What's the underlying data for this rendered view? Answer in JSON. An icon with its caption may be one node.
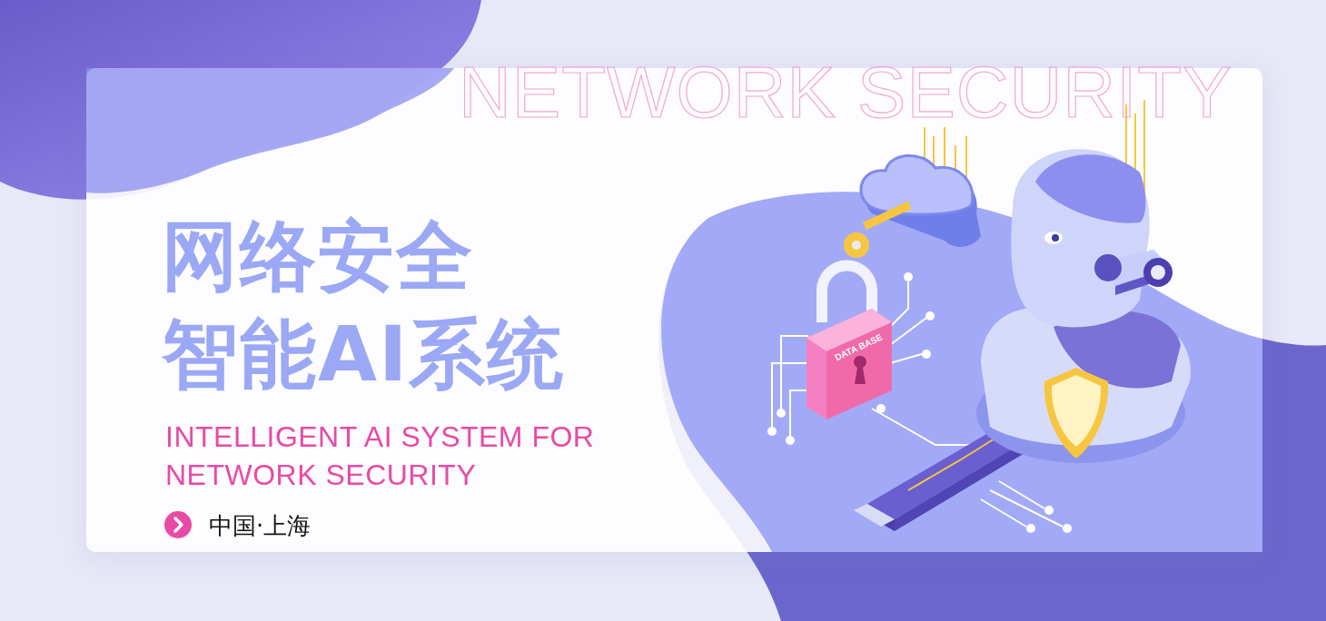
{
  "diagram": {
    "labels": [
      "NETWORK SECURITY",
      "网络安全",
      "智能AI系统",
      "INTELLIGENT AI SYSTEM FOR NETWORK SECURITY",
      "中国·上海",
      "DATA BASE"
    ]
  }
}
